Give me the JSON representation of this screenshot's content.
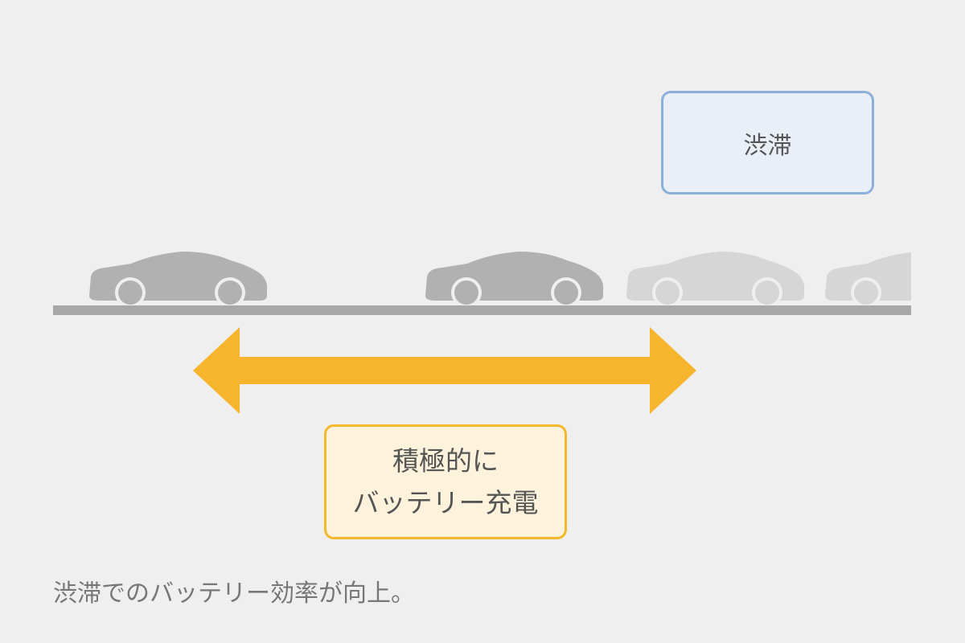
{
  "traffic_jam_label": "渋滞",
  "charge_label": {
    "line1": "積極的に",
    "line2": "バッテリー充電"
  },
  "caption": "渋滞でのバッテリー効率が向上。",
  "colors": {
    "background": "#efefef",
    "road": "#a8a8a8",
    "car_dark": "#b1b1b1",
    "car_faded": "#d6d6d6",
    "arrow": "#f6b52c",
    "jam_box_fill": "#e9eff7",
    "jam_box_border": "#8ab0da",
    "charge_box_fill": "#fdf2db",
    "charge_box_border": "#f5b82a"
  },
  "icons": {
    "car": "car-icon",
    "arrow": "double-arrow-icon"
  }
}
